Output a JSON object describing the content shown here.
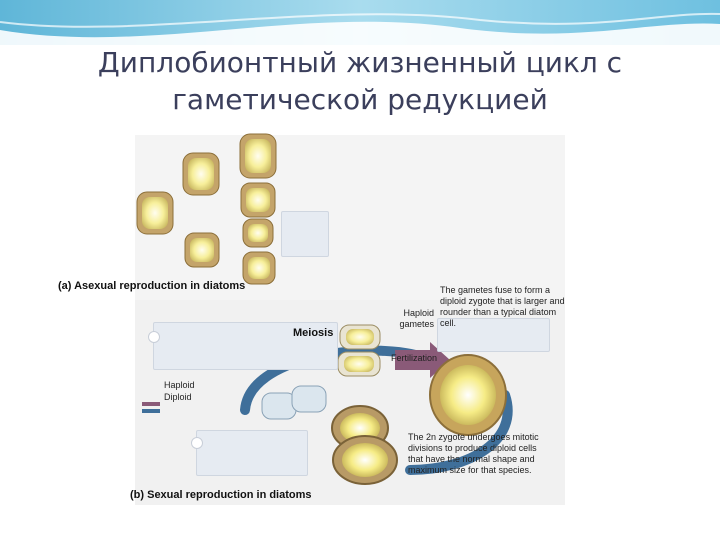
{
  "slide": {
    "title_line1": "Диплобионтный жизненный цикл с",
    "title_line2": "гаметической редукцией"
  },
  "figure": {
    "part_a_label": "(a) Asexual reproduction in diatoms",
    "part_b_label": "(b) Sexual reproduction in diatoms",
    "meiosis_label": "Meiosis",
    "fertilization_label": "Fertilization",
    "haploid_gametes_line1": "Haploid",
    "haploid_gametes_line2": "gametes",
    "gametes_fuse_text": "The gametes fuse to form a diploid zygote that is larger and rounder than a typical diatom cell.",
    "zygote_text": "The 2n zygote undergoes mitotic divisions to produce diploid cells that have the normal shape and maximum size for that species.",
    "legend": {
      "haploid_label": "Haploid",
      "diploid_label": "Diploid",
      "haploid_color": "#8a5a78",
      "diploid_color": "#3f6f9a"
    },
    "cycle_arrow_color": "#3f6f9a"
  }
}
